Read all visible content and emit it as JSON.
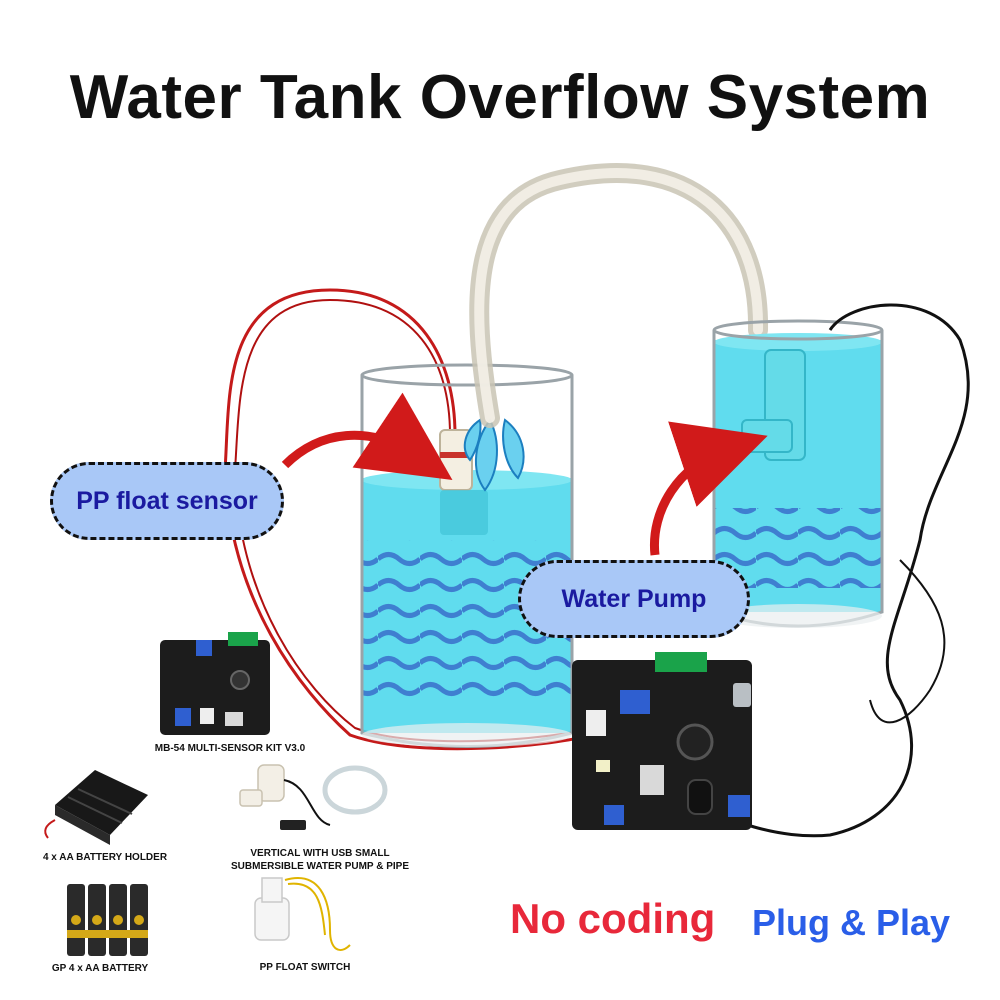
{
  "title": "Water Tank Overflow System",
  "labels": {
    "float_sensor": "PP float sensor",
    "water_pump": "Water Pump"
  },
  "components": [
    {
      "caption": "MB-54 MULTI-SENSOR KIT V3.0"
    },
    {
      "caption": "4 x AA BATTERY HOLDER"
    },
    {
      "caption": "VERTICAL WITH USB SMALL SUBMERSIBLE WATER PUMP & PIPE"
    },
    {
      "caption": "GP 4 x AA BATTERY"
    },
    {
      "caption": "PP FLOAT SWITCH"
    }
  ],
  "tagline": {
    "no_coding": "No coding",
    "plug_play": "Plug & Play"
  },
  "colors": {
    "water": "#4fd8ec",
    "wave": "#3f7fd0",
    "pill_fill": "#a9c8f7",
    "pill_text": "#1a1aa0",
    "arrow": "#d11a1a",
    "no_coding": "#e8283a",
    "plug_play": "#2a5ee8"
  }
}
